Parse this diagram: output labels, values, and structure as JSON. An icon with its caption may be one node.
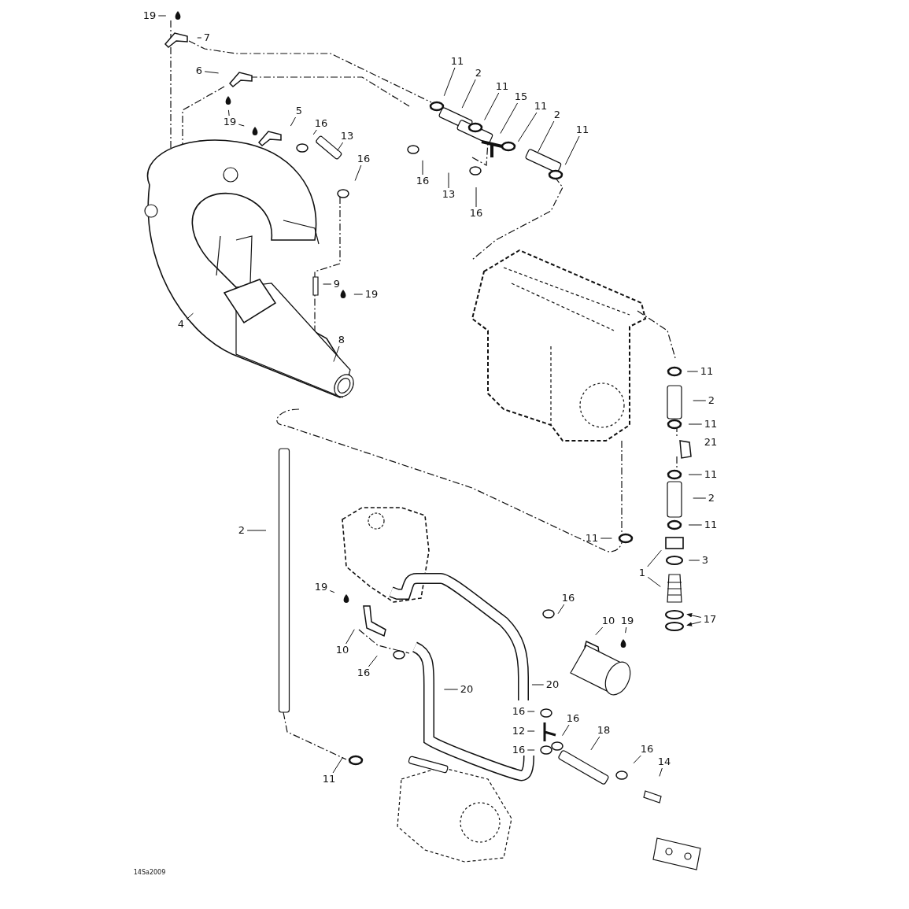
{
  "diagram": {
    "nodes": [
      {
        "text": [
          "19"
        ]
      },
      {
        "text": [
          "7"
        ]
      },
      {
        "text": [
          "6"
        ]
      },
      {
        "text": [
          "11"
        ]
      },
      {
        "text": [
          "2"
        ]
      },
      {
        "text": [
          "11"
        ]
      },
      {
        "text": [
          "15"
        ]
      },
      {
        "text": [
          "11"
        ]
      },
      {
        "text": [
          "5"
        ]
      },
      {
        "text": [
          "2"
        ]
      },
      {
        "text": [
          "19"
        ]
      },
      {
        "text": [
          "16"
        ]
      },
      {
        "text": [
          "11"
        ]
      },
      {
        "text": [
          "13"
        ]
      },
      {
        "text": [
          "16"
        ]
      },
      {
        "text": [
          "16"
        ]
      },
      {
        "text": [
          "13"
        ]
      },
      {
        "text": [
          "16"
        ]
      },
      {
        "text": [
          "9"
        ]
      },
      {
        "text": [
          "19"
        ]
      },
      {
        "text": [
          "4"
        ]
      },
      {
        "text": [
          "8"
        ]
      },
      {
        "text": [
          "11"
        ]
      },
      {
        "text": [
          "2"
        ]
      },
      {
        "text": [
          "11"
        ]
      },
      {
        "text": [
          "11"
        ]
      },
      {
        "text": [
          "2"
        ]
      },
      {
        "text": [
          "11"
        ]
      },
      {
        "text": [
          "2"
        ]
      },
      {
        "text": [
          "11"
        ]
      },
      {
        "text": [
          "3"
        ]
      },
      {
        "text": [
          "1"
        ]
      },
      {
        "text": [
          "19"
        ]
      },
      {
        "text": [
          "16"
        ]
      },
      {
        "text": [
          "10"
        ]
      },
      {
        "text": [
          "19"
        ]
      },
      {
        "text": [
          "17"
        ]
      },
      {
        "text": [
          "10"
        ]
      },
      {
        "text": [
          "16"
        ]
      },
      {
        "text": [
          "20"
        ]
      },
      {
        "text": [
          "20"
        ]
      },
      {
        "text": [
          "16"
        ]
      },
      {
        "text": [
          "16"
        ]
      },
      {
        "text": [
          "18"
        ]
      },
      {
        "text": [
          "12"
        ]
      },
      {
        "text": [
          "16"
        ]
      },
      {
        "text": [
          "16"
        ]
      },
      {
        "text": [
          "14"
        ]
      },
      {
        "text": [
          "11"
        ]
      }
    ],
    "edges": [
      {
        "from": 0,
        "to": null,
        "arrow": "none"
      },
      {
        "from": 1,
        "to": null,
        "arrow": "none"
      },
      {
        "from": 2,
        "to": null,
        "arrow": "none"
      },
      {
        "from": 3,
        "to": null,
        "arrow": "none"
      },
      {
        "from": 4,
        "to": null,
        "arrow": "none"
      },
      {
        "from": 5,
        "to": null,
        "arrow": "none"
      },
      {
        "from": 6,
        "to": null,
        "arrow": "none"
      },
      {
        "from": 7,
        "to": null,
        "arrow": "none"
      },
      {
        "from": 8,
        "to": null,
        "arrow": "none"
      },
      {
        "from": 9,
        "to": null,
        "arrow": "none"
      },
      {
        "from": 10,
        "to": null,
        "arrow": "none"
      },
      {
        "from": 10,
        "to": null,
        "arrow": "none"
      },
      {
        "from": 11,
        "to": null,
        "arrow": "none"
      },
      {
        "from": 12,
        "to": null,
        "arrow": "none"
      },
      {
        "from": 13,
        "to": null,
        "arrow": "none"
      },
      {
        "from": 14,
        "to": null,
        "arrow": "none"
      },
      {
        "from": 15,
        "to": null,
        "arrow": "none"
      },
      {
        "from": 16,
        "to": null,
        "arrow": "none"
      },
      {
        "from": 17,
        "to": null,
        "arrow": "none"
      },
      {
        "from": 18,
        "to": null,
        "arrow": "none"
      },
      {
        "from": 19,
        "to": null,
        "arrow": "none"
      },
      {
        "from": 20,
        "to": null,
        "arrow": "none"
      },
      {
        "from": 21,
        "to": null,
        "arrow": "none"
      },
      {
        "from": 22,
        "to": null,
        "arrow": "none"
      },
      {
        "from": 23,
        "to": null,
        "arrow": "none"
      },
      {
        "from": 24,
        "to": null,
        "arrow": "none"
      },
      {
        "from": 25,
        "to": null,
        "arrow": "none"
      },
      {
        "from": 26,
        "to": null,
        "arrow": "none"
      },
      {
        "from": 27,
        "to": null,
        "arrow": "none"
      },
      {
        "from": 28,
        "to": null,
        "arrow": "none"
      },
      {
        "from": 29,
        "to": null,
        "arrow": "none"
      },
      {
        "from": 30,
        "to": null,
        "arrow": "none"
      },
      {
        "from": 31,
        "to": null,
        "arrow": "none"
      },
      {
        "from": 31,
        "to": null,
        "arrow": "none"
      },
      {
        "from": 32,
        "to": null,
        "arrow": "none"
      },
      {
        "from": 33,
        "to": null,
        "arrow": "none"
      },
      {
        "from": 34,
        "to": null,
        "arrow": "none"
      },
      {
        "from": 35,
        "to": null,
        "arrow": "none"
      },
      {
        "from": 36,
        "to": null,
        "arrow": "to"
      },
      {
        "from": 36,
        "to": null,
        "arrow": "to"
      },
      {
        "from": 37,
        "to": null,
        "arrow": "none"
      },
      {
        "from": 38,
        "to": null,
        "arrow": "none"
      },
      {
        "from": 39,
        "to": null,
        "arrow": "none"
      },
      {
        "from": 40,
        "to": null,
        "arrow": "none"
      },
      {
        "from": 41,
        "to": null,
        "arrow": "none"
      },
      {
        "from": 42,
        "to": null,
        "arrow": "none"
      },
      {
        "from": 43,
        "to": null,
        "arrow": "none"
      },
      {
        "from": 44,
        "to": null,
        "arrow": "none"
      },
      {
        "from": 45,
        "to": null,
        "arrow": "none"
      },
      {
        "from": 46,
        "to": null,
        "arrow": "none"
      },
      {
        "from": 47,
        "to": null,
        "arrow": "none"
      },
      {
        "from": 48,
        "to": null,
        "arrow": "none"
      }
    ],
    "labels": [
      "21",
      "14Sa2009"
    ]
  }
}
